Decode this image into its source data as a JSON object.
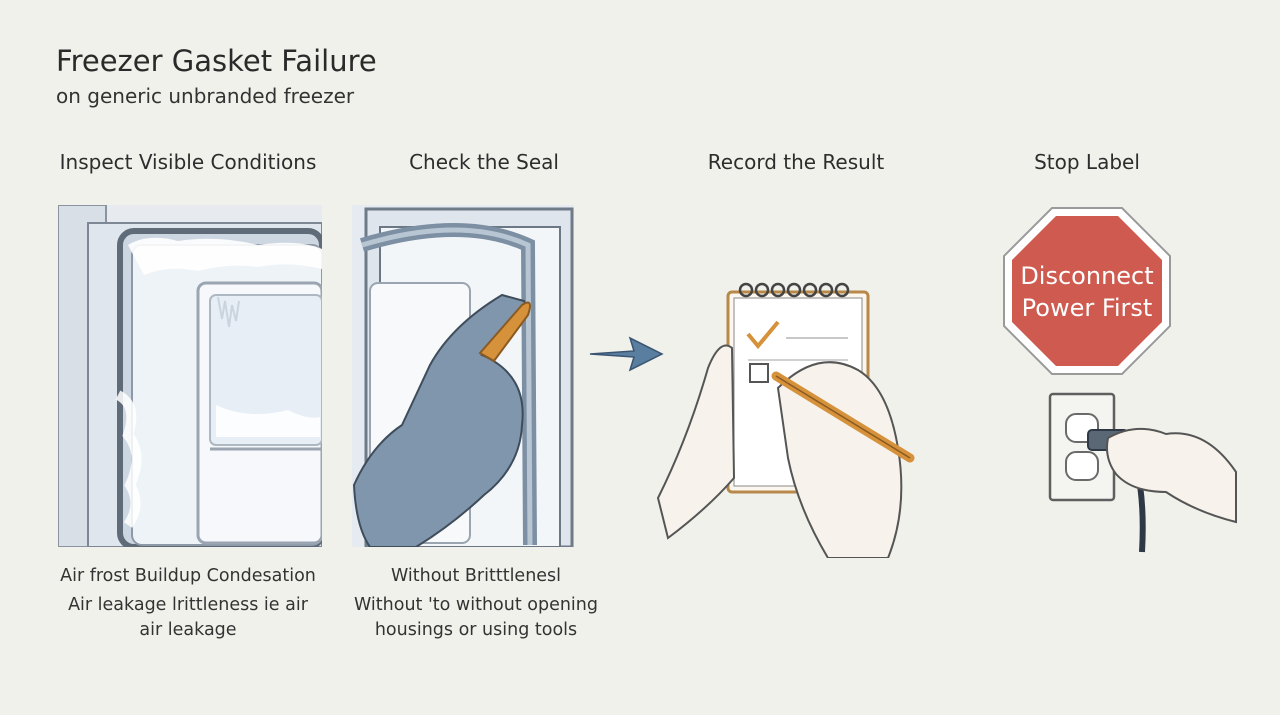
{
  "title": "Freezer Gasket Failure",
  "subtitle": "on generic unbranded freezer",
  "panels": [
    {
      "heading": "Inspect Visible Conditions",
      "caption_lines": [
        "Air frost Buildup Condesation",
        "Air leakage lrittleness ie air",
        "air leakage"
      ]
    },
    {
      "heading": "Check the Seal",
      "caption_lines": [
        "Without Britttlenesl",
        "Without 'to without opening",
        "housings or using tools"
      ]
    },
    {
      "heading": "Record the Result"
    },
    {
      "heading": "Stop Label",
      "sign_lines": [
        "Disconnect",
        "Power First"
      ]
    }
  ],
  "colors": {
    "stop_sign": "#cf5a4f",
    "glove": "#7f96ad",
    "arrow": "#5a7ea0",
    "pencil": "#d6913b"
  }
}
